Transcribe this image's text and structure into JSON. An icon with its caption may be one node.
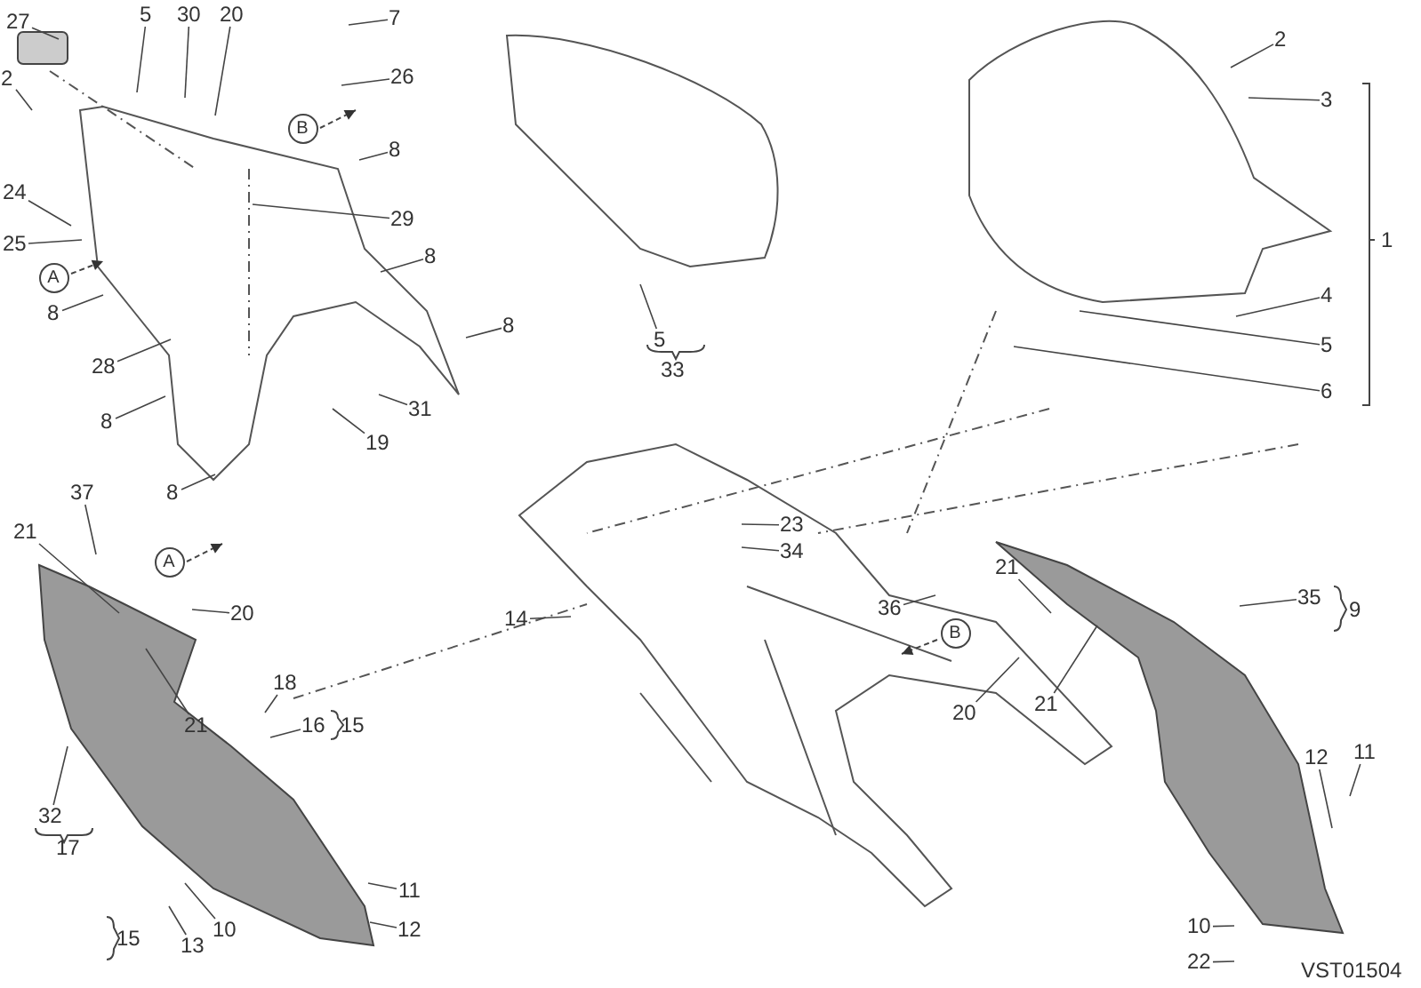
{
  "diagram": {
    "nodes": [
      {
        "text": [
          "27"
        ]
      },
      {
        "text": [
          "5"
        ]
      },
      {
        "text": [
          "30"
        ]
      },
      {
        "text": [
          "20"
        ]
      },
      {
        "text": [
          "7"
        ]
      },
      {
        "text": [
          "2"
        ]
      },
      {
        "text": [
          "2"
        ]
      },
      {
        "text": [
          "26"
        ]
      },
      {
        "text": [
          "3"
        ]
      },
      {
        "text": [
          "8"
        ]
      },
      {
        "text": [
          "24"
        ]
      },
      {
        "text": [
          "29"
        ]
      },
      {
        "text": [
          "25"
        ]
      },
      {
        "text": [
          "8"
        ]
      },
      {
        "text": [
          "4"
        ]
      },
      {
        "text": [
          "8"
        ]
      },
      {
        "text": [
          "8"
        ]
      },
      {
        "text": [
          "5"
        ]
      },
      {
        "text": [
          "5"
        ]
      },
      {
        "text": [
          "28"
        ]
      },
      {
        "text": [
          "6"
        ]
      },
      {
        "text": [
          "31"
        ]
      },
      {
        "text": [
          "8"
        ]
      },
      {
        "text": [
          "19"
        ]
      },
      {
        "text": [
          "8"
        ]
      },
      {
        "text": [
          "37"
        ]
      },
      {
        "text": [
          "21"
        ]
      },
      {
        "text": [
          "23"
        ]
      },
      {
        "text": [
          "34"
        ]
      },
      {
        "text": [
          "35"
        ]
      },
      {
        "text": [
          "21"
        ]
      },
      {
        "text": [
          "36"
        ]
      },
      {
        "text": [
          "20"
        ]
      },
      {
        "text": [
          "14"
        ]
      },
      {
        "text": [
          "18"
        ]
      },
      {
        "text": [
          "20"
        ]
      },
      {
        "text": [
          "21"
        ]
      },
      {
        "text": [
          "21"
        ]
      },
      {
        "text": [
          "16"
        ]
      },
      {
        "text": [
          "12"
        ]
      },
      {
        "text": [
          "11"
        ]
      },
      {
        "text": [
          "32"
        ]
      },
      {
        "text": [
          "11"
        ]
      },
      {
        "text": [
          "12"
        ]
      },
      {
        "text": [
          "10"
        ]
      },
      {
        "text": [
          "10"
        ]
      },
      {
        "text": [
          "22"
        ]
      },
      {
        "text": [
          "13"
        ]
      }
    ],
    "edges": [
      {
        "from": 0,
        "to": null,
        "arrow": "none"
      },
      {
        "from": 1,
        "to": null,
        "arrow": "none"
      },
      {
        "from": 2,
        "to": null,
        "arrow": "none"
      },
      {
        "from": 3,
        "to": null,
        "arrow": "none"
      },
      {
        "from": 4,
        "to": null,
        "arrow": "none"
      },
      {
        "from": 5,
        "to": null,
        "arrow": "none"
      },
      {
        "from": 6,
        "to": null,
        "arrow": "none"
      },
      {
        "from": 7,
        "to": null,
        "arrow": "none"
      },
      {
        "from": 8,
        "to": null,
        "arrow": "none"
      },
      {
        "from": 9,
        "to": null,
        "arrow": "none"
      },
      {
        "from": 10,
        "to": null,
        "arrow": "none"
      },
      {
        "from": 11,
        "to": null,
        "arrow": "none"
      },
      {
        "from": 12,
        "to": null,
        "arrow": "none"
      },
      {
        "from": 13,
        "to": null,
        "arrow": "none"
      },
      {
        "from": 14,
        "to": null,
        "arrow": "none"
      },
      {
        "from": 15,
        "to": null,
        "arrow": "none"
      },
      {
        "from": 16,
        "to": null,
        "arrow": "none"
      },
      {
        "from": 17,
        "to": null,
        "arrow": "none"
      },
      {
        "from": 18,
        "to": null,
        "arrow": "none"
      },
      {
        "from": 19,
        "to": null,
        "arrow": "none"
      },
      {
        "from": 20,
        "to": null,
        "arrow": "none"
      },
      {
        "from": 21,
        "to": null,
        "arrow": "none"
      },
      {
        "from": 22,
        "to": null,
        "arrow": "none"
      },
      {
        "from": 23,
        "to": null,
        "arrow": "none"
      },
      {
        "from": 24,
        "to": null,
        "arrow": "none"
      },
      {
        "from": 25,
        "to": null,
        "arrow": "none"
      },
      {
        "from": 26,
        "to": null,
        "arrow": "none"
      },
      {
        "from": 27,
        "to": null,
        "arrow": "none"
      },
      {
        "from": 28,
        "to": null,
        "arrow": "none"
      },
      {
        "from": 29,
        "to": null,
        "arrow": "none"
      },
      {
        "from": 30,
        "to": null,
        "arrow": "none"
      },
      {
        "from": 31,
        "to": null,
        "arrow": "none"
      },
      {
        "from": 32,
        "to": null,
        "arrow": "none"
      },
      {
        "from": 33,
        "to": null,
        "arrow": "none"
      },
      {
        "from": 34,
        "to": null,
        "arrow": "none"
      },
      {
        "from": 35,
        "to": null,
        "arrow": "none"
      },
      {
        "from": 36,
        "to": null,
        "arrow": "none"
      },
      {
        "from": 37,
        "to": null,
        "arrow": "none"
      },
      {
        "from": 38,
        "to": null,
        "arrow": "none"
      },
      {
        "from": 39,
        "to": null,
        "arrow": "none"
      },
      {
        "from": 40,
        "to": null,
        "arrow": "none"
      },
      {
        "from": 41,
        "to": null,
        "arrow": "none"
      },
      {
        "from": 42,
        "to": null,
        "arrow": "none"
      },
      {
        "from": 43,
        "to": null,
        "arrow": "none"
      },
      {
        "from": 44,
        "to": null,
        "arrow": "none"
      },
      {
        "from": 45,
        "to": null,
        "arrow": "none"
      },
      {
        "from": 46,
        "to": null,
        "arrow": "none"
      },
      {
        "from": 47,
        "to": null,
        "arrow": "none"
      }
    ],
    "labels": [
      "B",
      "1",
      "A",
      "33",
      "A",
      "B",
      "9",
      "15",
      "17",
      "15",
      "VST01504"
    ]
  }
}
